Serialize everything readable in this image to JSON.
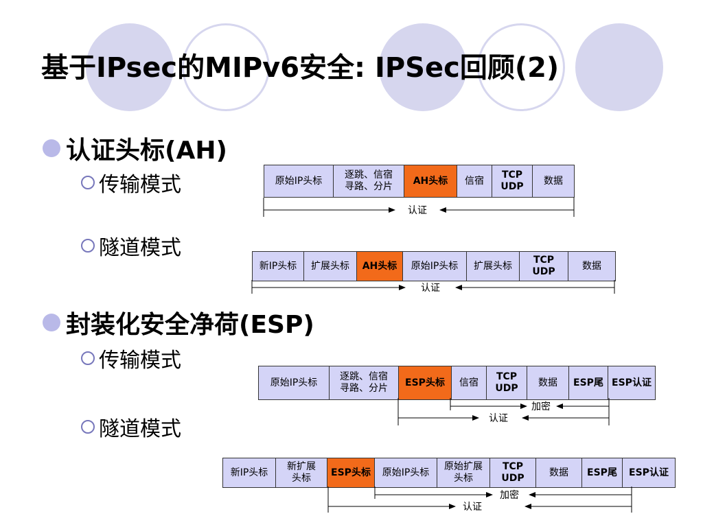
{
  "slide": {
    "title": "基于IPsec的MIPv6安全: IPSec回顾(2)",
    "bullets": {
      "ah": "认证头标(AH)",
      "ah_transport": "传输模式",
      "ah_tunnel": "隧道模式",
      "esp": "封装化安全净荷(ESP)",
      "esp_transport": "传输模式",
      "esp_tunnel": "隧道模式"
    }
  },
  "packets": {
    "ah_transport": {
      "cells": [
        "原始IP头标",
        "逐跳、信宿\n寻路、分片",
        "AH头标",
        "信宿",
        "TCP\nUDP",
        "数据"
      ],
      "auth_label": "认证"
    },
    "ah_tunnel": {
      "cells": [
        "新IP头标",
        "扩展头标",
        "AH头标",
        "原始IP头标",
        "扩展头标",
        "TCP\nUDP",
        "数据"
      ],
      "auth_label": "认证"
    },
    "esp_transport": {
      "cells": [
        "原始IP头标",
        "逐跳、信宿\n寻路、分片",
        "ESP头标",
        "信宿",
        "TCP\nUDP",
        "数据",
        "ESP尾",
        "ESP认证"
      ],
      "enc_label": "加密",
      "auth_label": "认证"
    },
    "esp_tunnel": {
      "cells": [
        "新IP头标",
        "新扩展\n头标",
        "ESP头标",
        "原始IP头标",
        "原始扩展\n头标",
        "TCP\nUDP",
        "数据",
        "ESP尾",
        "ESP认证"
      ],
      "enc_label": "加密",
      "auth_label": "认证"
    }
  },
  "colors": {
    "cell_fill": "#d4d4f7",
    "highlight": "#f26a1a",
    "decor": "#d6d6ee",
    "bullet": "#b9b9e8"
  }
}
